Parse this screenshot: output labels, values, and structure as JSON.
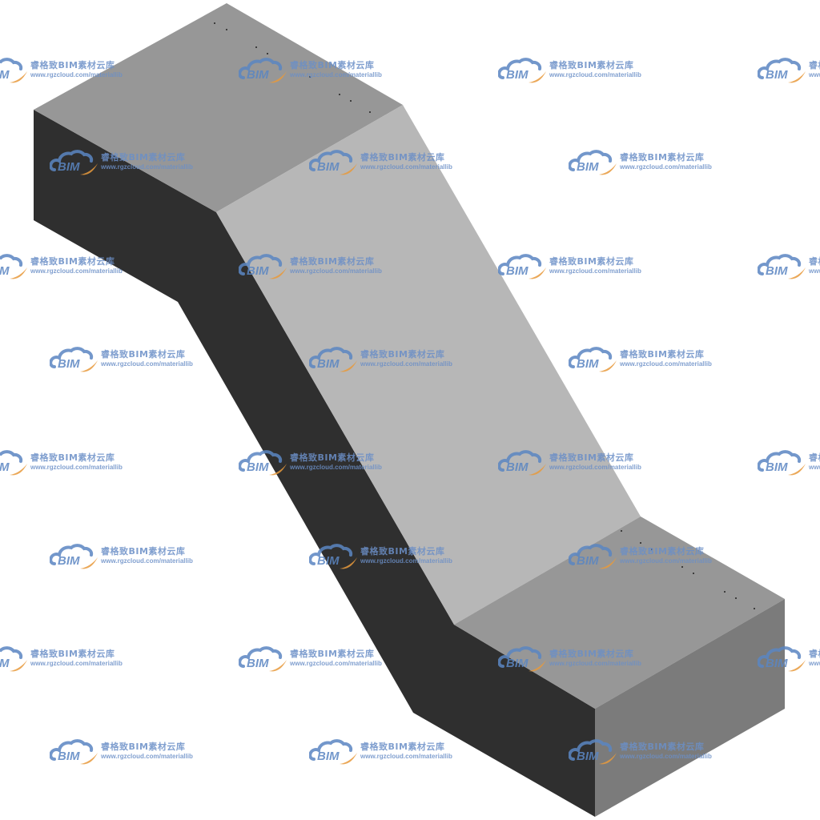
{
  "model": {
    "colors": {
      "top_face": "#979797",
      "slope_face": "#b7b7b7",
      "side_face": "#2f2f2f",
      "end_face": "#7b7b7b",
      "background": "#ffffff"
    }
  },
  "watermark": {
    "cn_text": "睿格致BIM素材云库",
    "url_text": "www.rgzcloud.com/materiallib",
    "logo_text": "BIM",
    "colors": {
      "cloud": "#5b86c2",
      "swoosh": "#e89a3c",
      "text": "#6b8fc7"
    }
  }
}
